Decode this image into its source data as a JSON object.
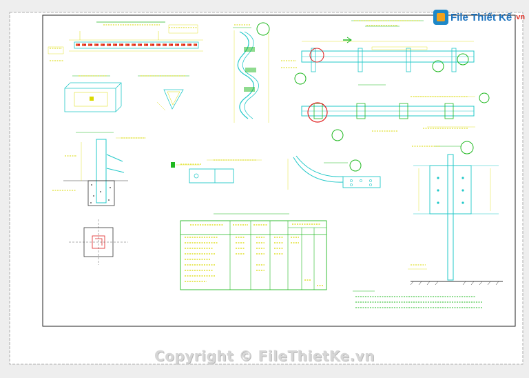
{
  "logo": {
    "brand": "File Thiết Kế",
    "suffix": ".vn"
  },
  "copyright": "Copyright © FileThietKe.vn",
  "colors": {
    "paper": "#ffffff",
    "frame": "#2a2a2a",
    "cyan": "#20c8c8",
    "green": "#1fb81f",
    "yellow": "#dada00",
    "red": "#e02020",
    "magenta": "#d020d0"
  },
  "icons": {
    "logo": "file-thiet-ke-logo"
  }
}
